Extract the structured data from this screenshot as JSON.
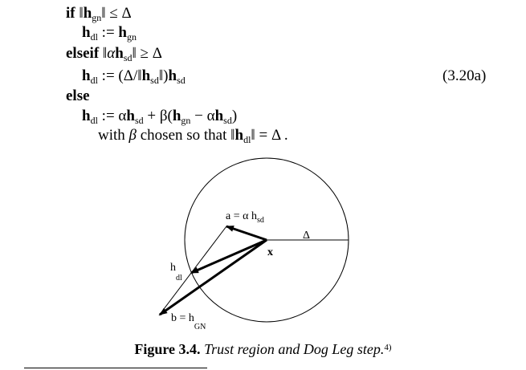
{
  "algorithm": {
    "line1": {
      "keyword": "if",
      "norm_open": "‖",
      "h": "h",
      "h_sub": "gn",
      "norm_close": "‖",
      "rel": " ≤ Δ"
    },
    "line2": {
      "h": "h",
      "h_sub": "dl",
      "assign": " := ",
      "h2": "h",
      "h2_sub": "gn"
    },
    "line3": {
      "keyword": "elseif",
      "norm_open": "‖",
      "alpha": "α",
      "h": "h",
      "h_sub": "sd",
      "norm_close": "‖",
      "rel": " ≥ Δ"
    },
    "line4": {
      "h": "h",
      "h_sub": "dl",
      "assign": " := (Δ/‖",
      "h2": "h",
      "h2_sub": "sd",
      "mid": "‖)",
      "h3": "h",
      "h3_sub": "sd"
    },
    "line5": {
      "keyword": "else"
    },
    "line6": {
      "h": "h",
      "h_sub": "dl",
      "assign": " := α",
      "h2": "h",
      "h2_sub": "sd",
      "plus": " + β(",
      "h3": "h",
      "h3_sub": "gn",
      "minus": " − α",
      "h4": "h",
      "h4_sub": "sd",
      "close": ")"
    },
    "line7": {
      "text_before": "with ",
      "beta": "β",
      "text_mid": " chosen so that ‖",
      "h": "h",
      "h_sub": "dl",
      "text_after": "‖ = Δ ."
    },
    "equation_number": "(3.20a)"
  },
  "figure": {
    "label_a": "a = α h",
    "label_a_sub": "sd",
    "label_delta": "Δ",
    "label_x": "x",
    "label_hdl": "h",
    "label_hdl_sub": "dl",
    "label_b": "b = h",
    "label_b_sub": "GN"
  },
  "caption": {
    "label": "Figure 3.4.",
    "text": "Trust region and Dog Leg step.",
    "footnote_mark": "4)"
  }
}
